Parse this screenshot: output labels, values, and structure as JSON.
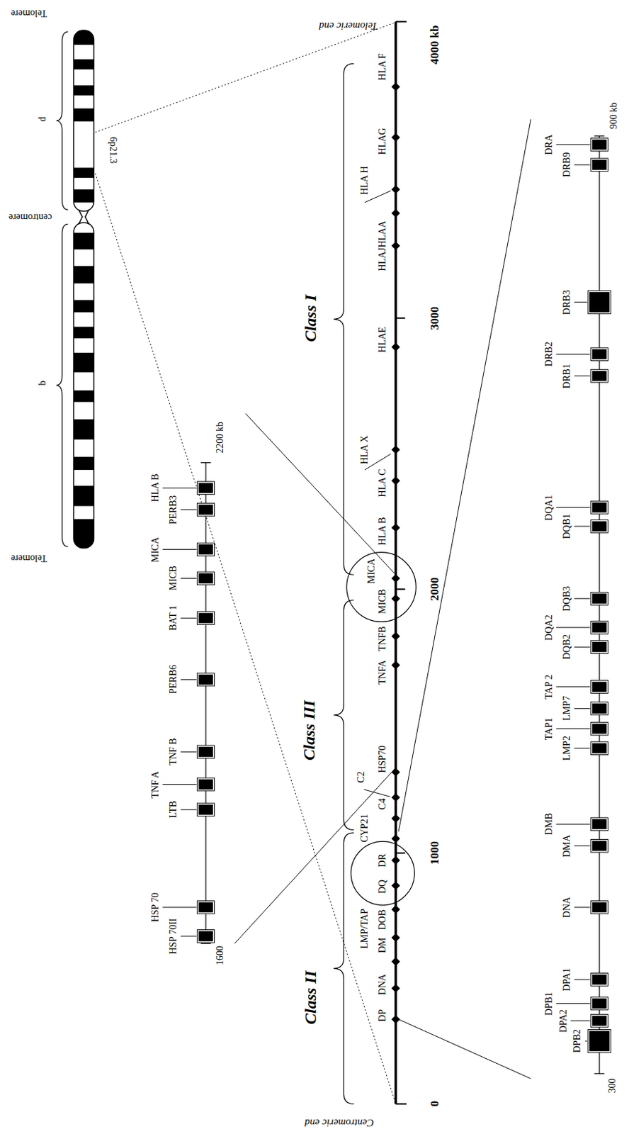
{
  "diagram": {
    "labels": [
      "Telomere",
      "p",
      "centromere",
      "q",
      "Telomere",
      "6p21.3",
      "Telomeric end",
      "4000 kb",
      "3000",
      "2000",
      "1000",
      "0",
      "Centromeric end",
      "Class I",
      "Class III",
      "Class II",
      "HLA F",
      "HLAG",
      "HLA H",
      "HLAJHLAA",
      "HLAE",
      "HLA X",
      "HLA C",
      "HLA B",
      "MICA",
      "MICB",
      "TNFB",
      "TNFA",
      "HSP70",
      "C2",
      "C4",
      "CYP21",
      "DR",
      "DQ",
      "DOB",
      "LMP/TAP",
      "DM",
      "DNA",
      "DP",
      "HLA B",
      "PERB3",
      "MICA",
      "MICB",
      "BAT 1",
      "PERB6",
      "TNF B",
      "TNF A",
      "LTB",
      "HSP 70",
      "HSP 70II",
      "2200 kb",
      "1600",
      "DPB2",
      "DPA2",
      "DPB1",
      "DPA1",
      "DNA",
      "DMA",
      "DMB",
      "LMP2",
      "TAP1",
      "LMP7",
      "TAP 2",
      "DQB2",
      "DQA2",
      "DQB3",
      "DQB1",
      "DQA1",
      "DRB1",
      "DRB2",
      "DRB3",
      "DRB9",
      "DRA",
      "300",
      "900 kb"
    ]
  }
}
